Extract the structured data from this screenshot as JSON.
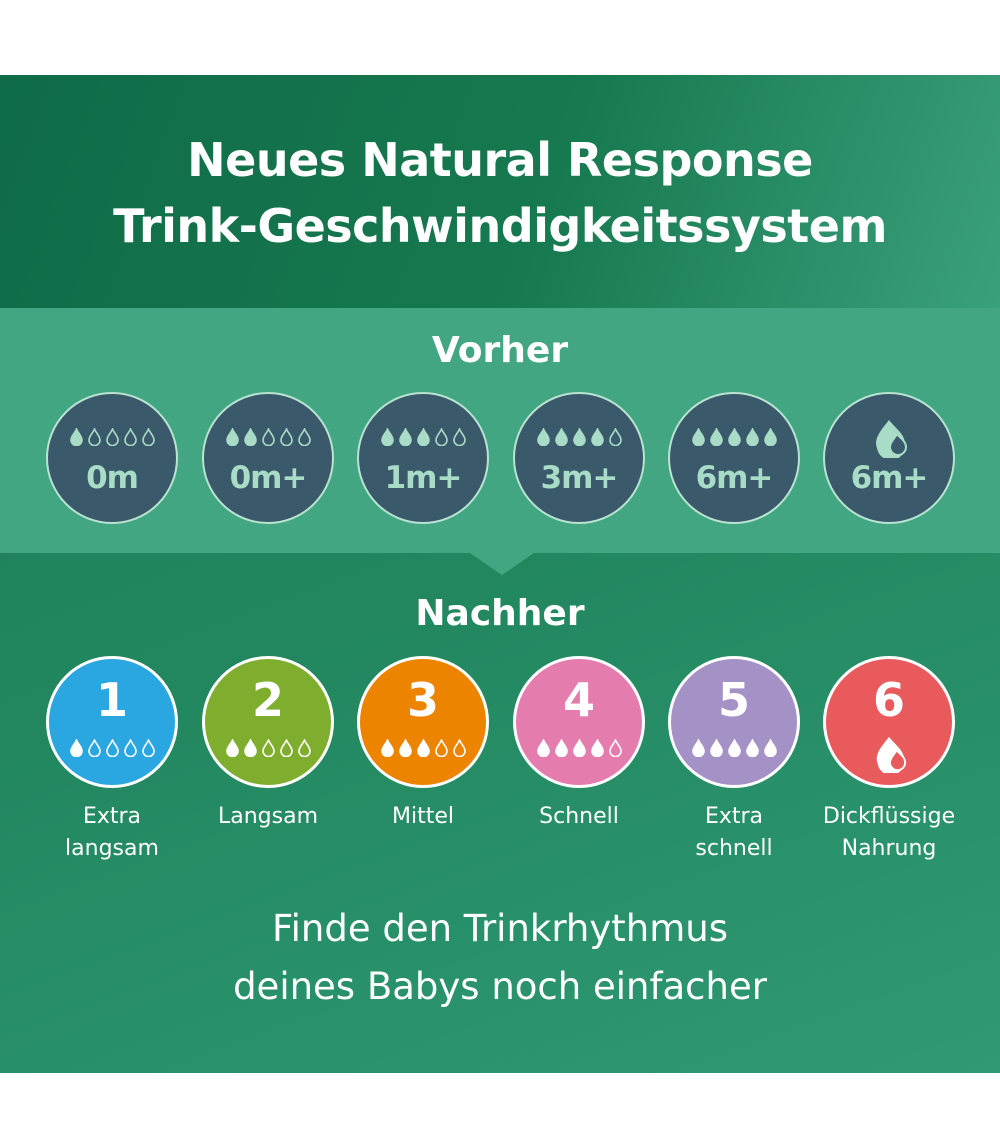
{
  "title": {
    "line1": "Neues Natural Response",
    "line2": "Trink-Geschwindigkeitssystem"
  },
  "before": {
    "heading": "Vorher",
    "items": [
      {
        "label": "0m",
        "filled_drops": 1,
        "icon": "drops"
      },
      {
        "label": "0m+",
        "filled_drops": 2,
        "icon": "drops"
      },
      {
        "label": "1m+",
        "filled_drops": 3,
        "icon": "drops"
      },
      {
        "label": "3m+",
        "filled_drops": 4,
        "icon": "drops"
      },
      {
        "label": "6m+",
        "filled_drops": 5,
        "icon": "drops"
      },
      {
        "label": "6m+",
        "filled_drops": 0,
        "icon": "thick-food"
      }
    ]
  },
  "after": {
    "heading": "Nachher",
    "items": [
      {
        "number": "1",
        "line1": "Extra",
        "line2": "langsam",
        "filled_drops": 1,
        "icon": "drops",
        "color": "#2aa7e0"
      },
      {
        "number": "2",
        "line1": "Langsam",
        "line2": "",
        "filled_drops": 2,
        "icon": "drops",
        "color": "#7fae2e"
      },
      {
        "number": "3",
        "line1": "Mittel",
        "line2": "",
        "filled_drops": 3,
        "icon": "drops",
        "color": "#ec8400"
      },
      {
        "number": "4",
        "line1": "Schnell",
        "line2": "",
        "filled_drops": 4,
        "icon": "drops",
        "color": "#e57cae"
      },
      {
        "number": "5",
        "line1": "Extra",
        "line2": "schnell",
        "filled_drops": 5,
        "icon": "drops",
        "color": "#a491c6"
      },
      {
        "number": "6",
        "line1": "Dickflüssige",
        "line2": "Nahrung",
        "filled_drops": 0,
        "icon": "thick-food",
        "color": "#e85a5c"
      }
    ]
  },
  "tagline": {
    "line1": "Finde den Trinkrhythmus",
    "line2": "deines Babys noch einfacher"
  }
}
